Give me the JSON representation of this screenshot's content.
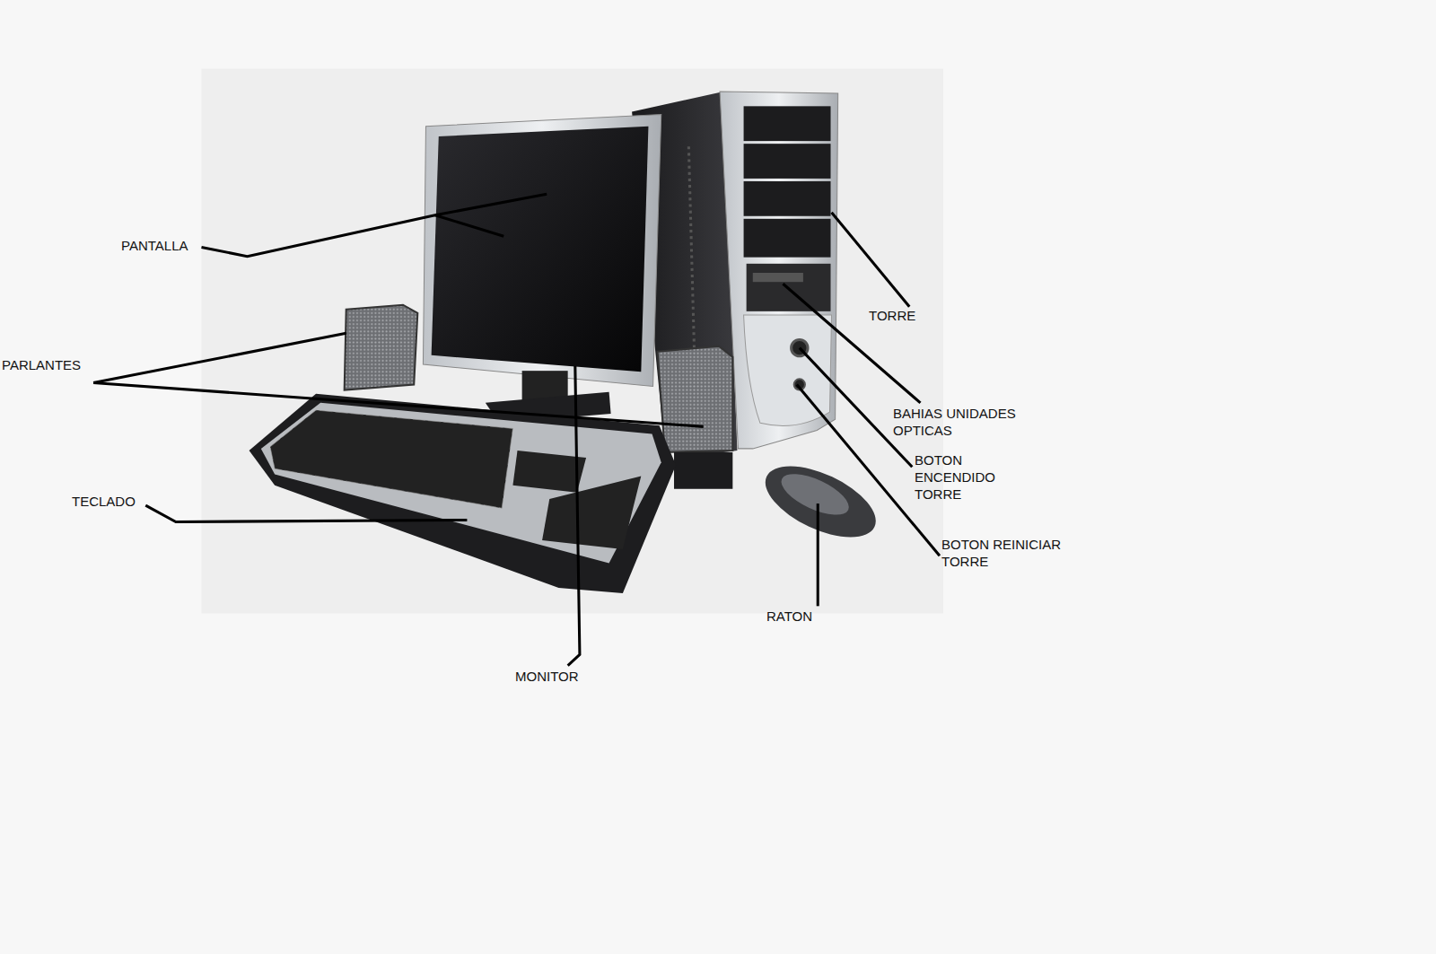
{
  "diagram": {
    "labels": [
      "PANTALLA",
      "PARLANTES",
      "TECLADO",
      "MONITOR",
      "RATON",
      "TORRE",
      "BAHIAS UNIDADES OPTICAS",
      "BOTON ENCENDIDO TORRE",
      "BOTON REINICIAR TORRE"
    ]
  }
}
